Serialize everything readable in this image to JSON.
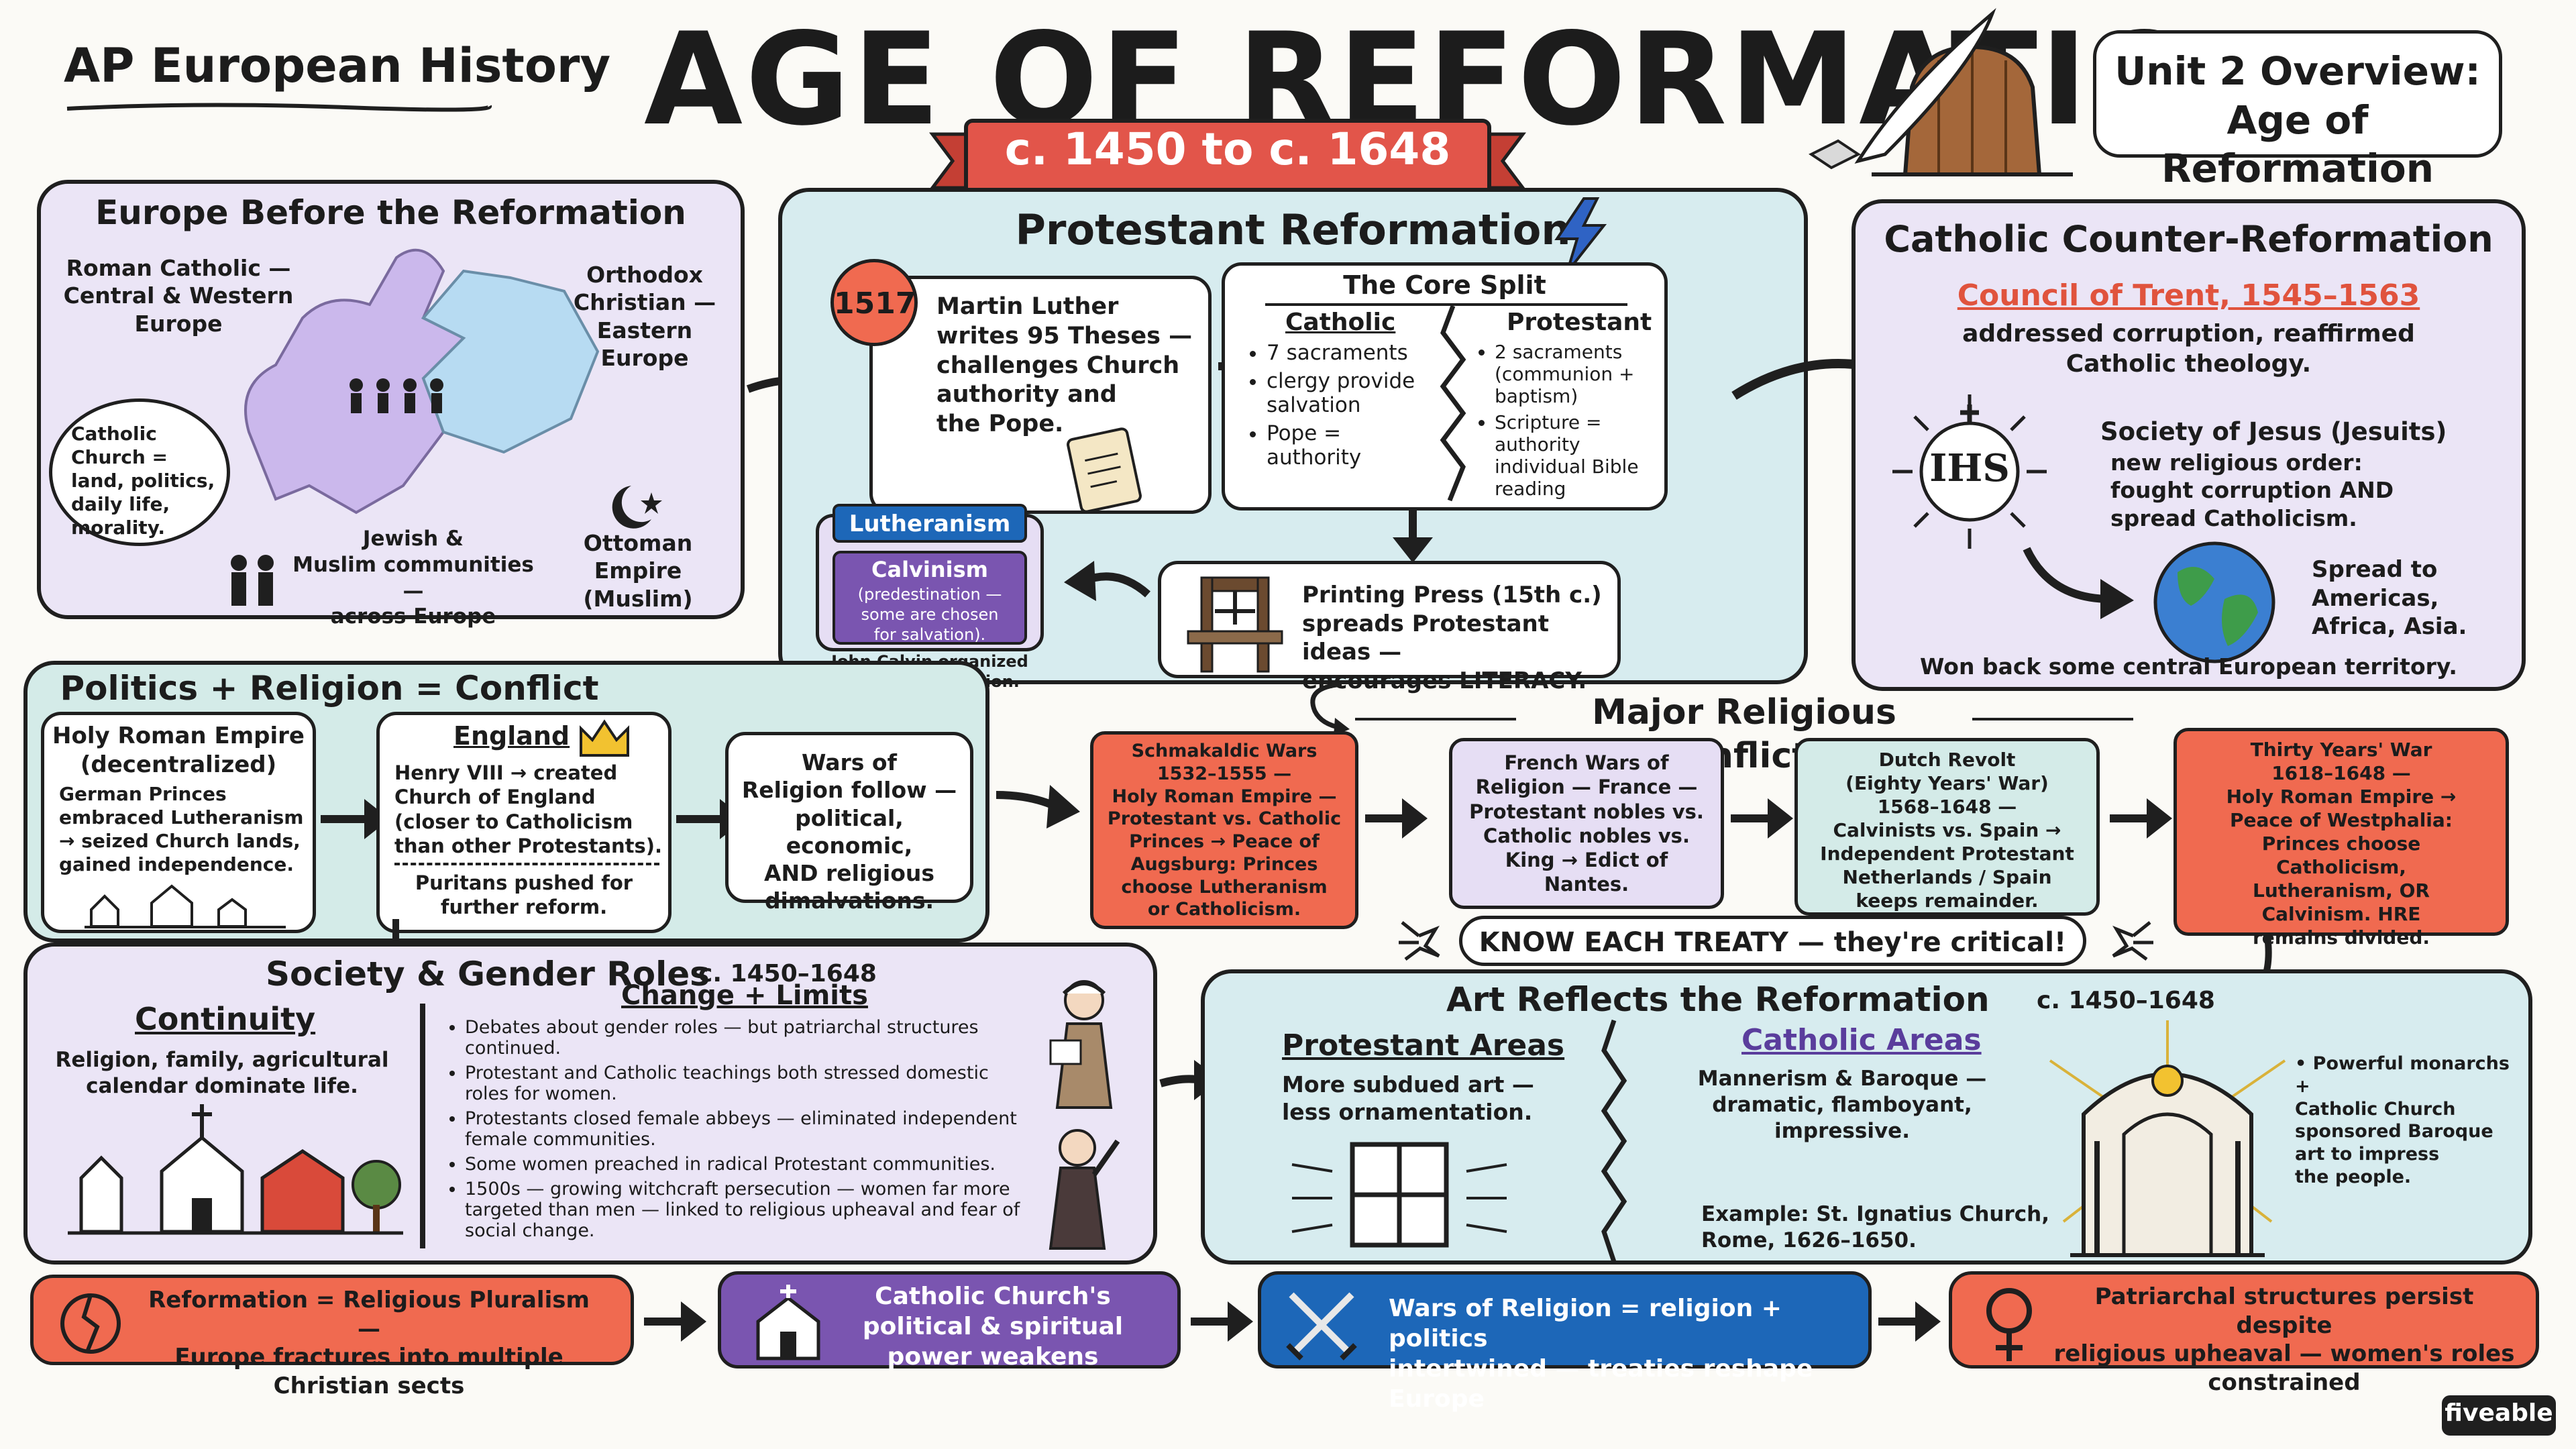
{
  "header": {
    "course": "AP European History",
    "title": "AGE OF REFORMATION",
    "date_range": "c. 1450 to c. 1648",
    "unit_label": "Unit 2 Overview:\nAge of Reformation"
  },
  "europe_before": {
    "title": "Europe Before the Reformation",
    "roman_catholic": "Roman Catholic —\nCentral & Western\nEurope",
    "orthodox": "Orthodox\nChristian —\nEastern\nEurope",
    "catholic_church": "Catholic Church =\nland, politics,\ndaily life,\nmorality.",
    "jewish_muslim": "Jewish &\nMuslim communities —\nacross Europe",
    "ottoman": "Ottoman Empire\n(Muslim)"
  },
  "protestant_reformation": {
    "title": "Protestant Reformation",
    "year_badge": "1517",
    "luther": "Martin Luther\nwrites 95 Theses —\nchallenges Church\nauthority and\nthe Pope.",
    "core_split_title": "The Core Split",
    "catholic_header": "Catholic",
    "catholic_points": [
      "7 sacraments",
      "clergy provide salvation",
      "Pope = authority"
    ],
    "protestant_header": "Protestant",
    "protestant_points": [
      "2 sacraments (communion + baptism)",
      "Scripture = authority individual Bible reading"
    ],
    "lutheranism": "Lutheranism",
    "calvinism_title": "Calvinism",
    "calvinism_desc": "(predestination —\nsome are chosen\nfor salvation).",
    "calvin_note": "John Calvin organized\nReformed tradition.",
    "printing_press": "Printing Press (15th c.)\nspreads Protestant ideas —\nencourages LITERACY."
  },
  "counter_reformation": {
    "title": "Catholic Counter-Reformation",
    "trent": "Council of Trent, 1545–1563",
    "trent_desc": "addressed corruption, reaffirmed\nCatholic theology.",
    "ihs": "IHS",
    "jesuits_title": "Society of Jesus (Jesuits)",
    "jesuits_desc": "new religious order:\nfought corruption AND\nspread Catholicism.",
    "spread": "Spread to\nAmericas,\nAfrica, Asia.",
    "won_back": "Won back some central European territory."
  },
  "politics": {
    "title": "Politics + Religion = Conflict",
    "hre_title": "Holy Roman Empire\n(decentralized)",
    "hre_desc": "German Princes\nembraced Lutheranism\n→ seized Church lands,\ngained independence.",
    "england_title": "England",
    "england_desc": "Henry VIII → created\nChurch of England\n(closer to Catholicism\nthan other Protestants).",
    "puritans": "Puritans pushed for\nfurther reform.",
    "wars_desc": "Wars of\nReligion follow —\npolitical, economic,\nAND religious\ndimalvations."
  },
  "conflicts": {
    "title": "Major Religious Conflicts",
    "schmalkaldic": "Schmakaldic Wars\n1532–1555 —\nHoly Roman Empire —\nProtestant vs. Catholic\nPrinces → Peace of\nAugsburg: Princes\nchoose Lutheranism\nor Catholicism.",
    "french": "French Wars of\nReligion — France —\nProtestant nobles vs.\nCatholic nobles vs.\nKing → Edict of\nNantes.",
    "dutch": "Dutch Revolt\n(Eighty Years' War)\n1568–1648 —\nCalvinists vs. Spain →\nIndependent Protestant\nNetherlands / Spain\nkeeps remainder.",
    "thirty": "Thirty Years' War\n1618–1648 —\nHoly Roman Empire →\nPeace of Westphalia:\nPrinces choose\nCatholicism,\nLutheranism, OR\nCalvinism. HRE\nremains divided.",
    "treaty_banner": "KNOW EACH TREATY — they're critical!"
  },
  "society": {
    "title": "Society & Gender Roles",
    "date": "c. 1450–1648",
    "continuity_title": "Continuity",
    "continuity_desc": "Religion, family, agricultural\ncalendar dominate life.",
    "change_title": "Change + Limits",
    "change_points": [
      "Debates about gender roles — but patriarchal structures continued.",
      "Protestant and Catholic teachings both stressed domestic roles for women.",
      "Protestants closed female abbeys — eliminated independent female communities.",
      "Some women preached in radical Protestant communities.",
      "1500s — growing witchcraft persecution — women far more targeted than men — linked to religious upheaval and fear of social change."
    ]
  },
  "art": {
    "title": "Art Reflects the Reformation",
    "date": "c. 1450–1648",
    "protestant_title": "Protestant Areas",
    "protestant_desc": "More subdued art —\nless ornamentation.",
    "catholic_title": "Catholic Areas",
    "catholic_desc": "Mannerism & Baroque —\ndramatic, flamboyant, impressive.",
    "example": "Example: St. Ignatius Church,\nRome, 1626–1650.",
    "monarchs": "• Powerful monarchs +\nCatholic Church\nsponsored Baroque\nart to impress\nthe people."
  },
  "summary": {
    "pluralism": "Reformation = Religious Pluralism —\nEurope fractures into multiple\nChristian sects",
    "church_power": "Catholic Church's\npolitical & spiritual\npower weakens",
    "wars": "Wars of Religion = religion + politics\nintertwined — treaties reshape Europe",
    "patriarchal": "Patriarchal structures persist despite\nreligious upheaval — women's roles\nconstrained"
  },
  "brand": "fiveable",
  "colors": {
    "lavender": "#ebe5f6",
    "teal": "#d7ecef",
    "red": "#f06a50",
    "purple": "#7a55b0",
    "blue": "#1d67b8",
    "ribbon": "#e2554a"
  }
}
